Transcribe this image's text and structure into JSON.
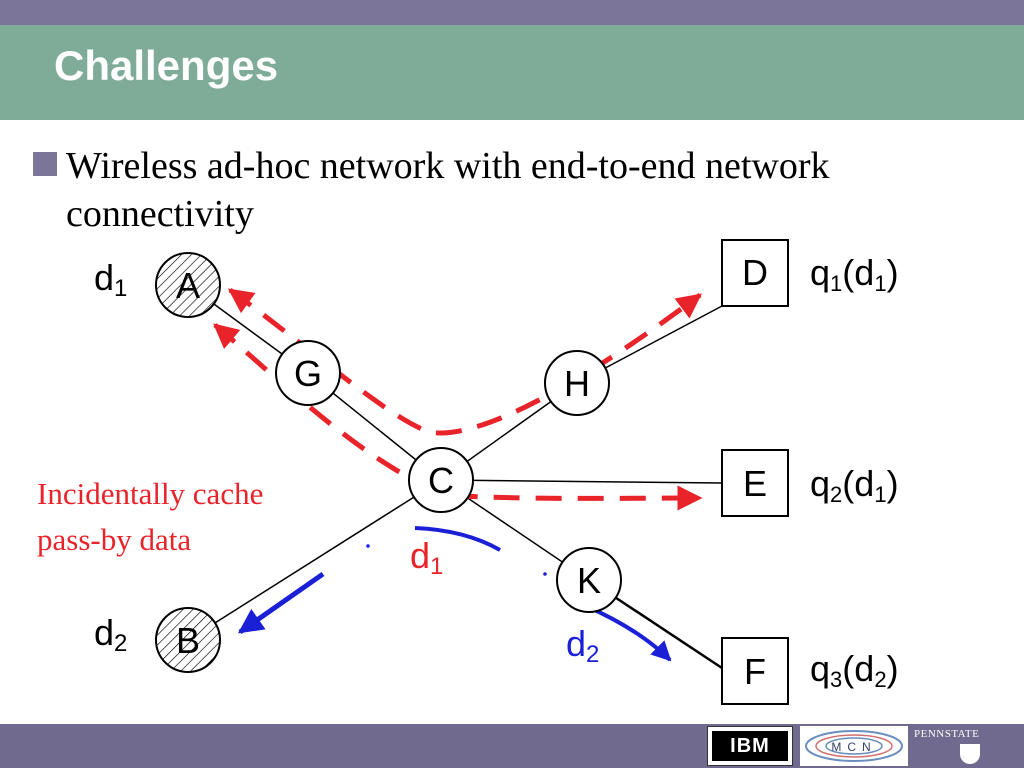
{
  "slide": {
    "title": "Challenges",
    "bullet": "Wireless ad-hoc network with end-to-end network connectivity"
  },
  "diagram": {
    "nodes": {
      "A": "A",
      "B": "B",
      "C": "C",
      "G": "G",
      "H": "H",
      "K": "K",
      "D": "D",
      "E": "E",
      "F": "F"
    },
    "labels": {
      "d1_A": {
        "base": "d",
        "sub": "1"
      },
      "d2_B": {
        "base": "d",
        "sub": "2"
      },
      "d1_flow": {
        "base": "d",
        "sub": "1"
      },
      "d2_flow": {
        "base": "d",
        "sub": "2"
      },
      "q1": {
        "base": "q",
        "sub": "1",
        "arg": "d",
        "argsub": "1"
      },
      "q2": {
        "base": "q",
        "sub": "2",
        "arg": "d",
        "argsub": "1"
      },
      "q3": {
        "base": "q",
        "sub": "3",
        "arg": "d",
        "argsub": "2"
      }
    },
    "annotation": {
      "line1": "Incidentally cache",
      "line2": "pass-by data"
    },
    "colors": {
      "request_path": "#e8232a",
      "data_path": "#1b20d6",
      "annotation": "#e8232a",
      "data_holder_fill": "#e0e0e0"
    }
  },
  "footer": {
    "ibm_logo": "IBM",
    "mcn_logo": "MCN",
    "psu_logo": "PENNSTATE"
  }
}
